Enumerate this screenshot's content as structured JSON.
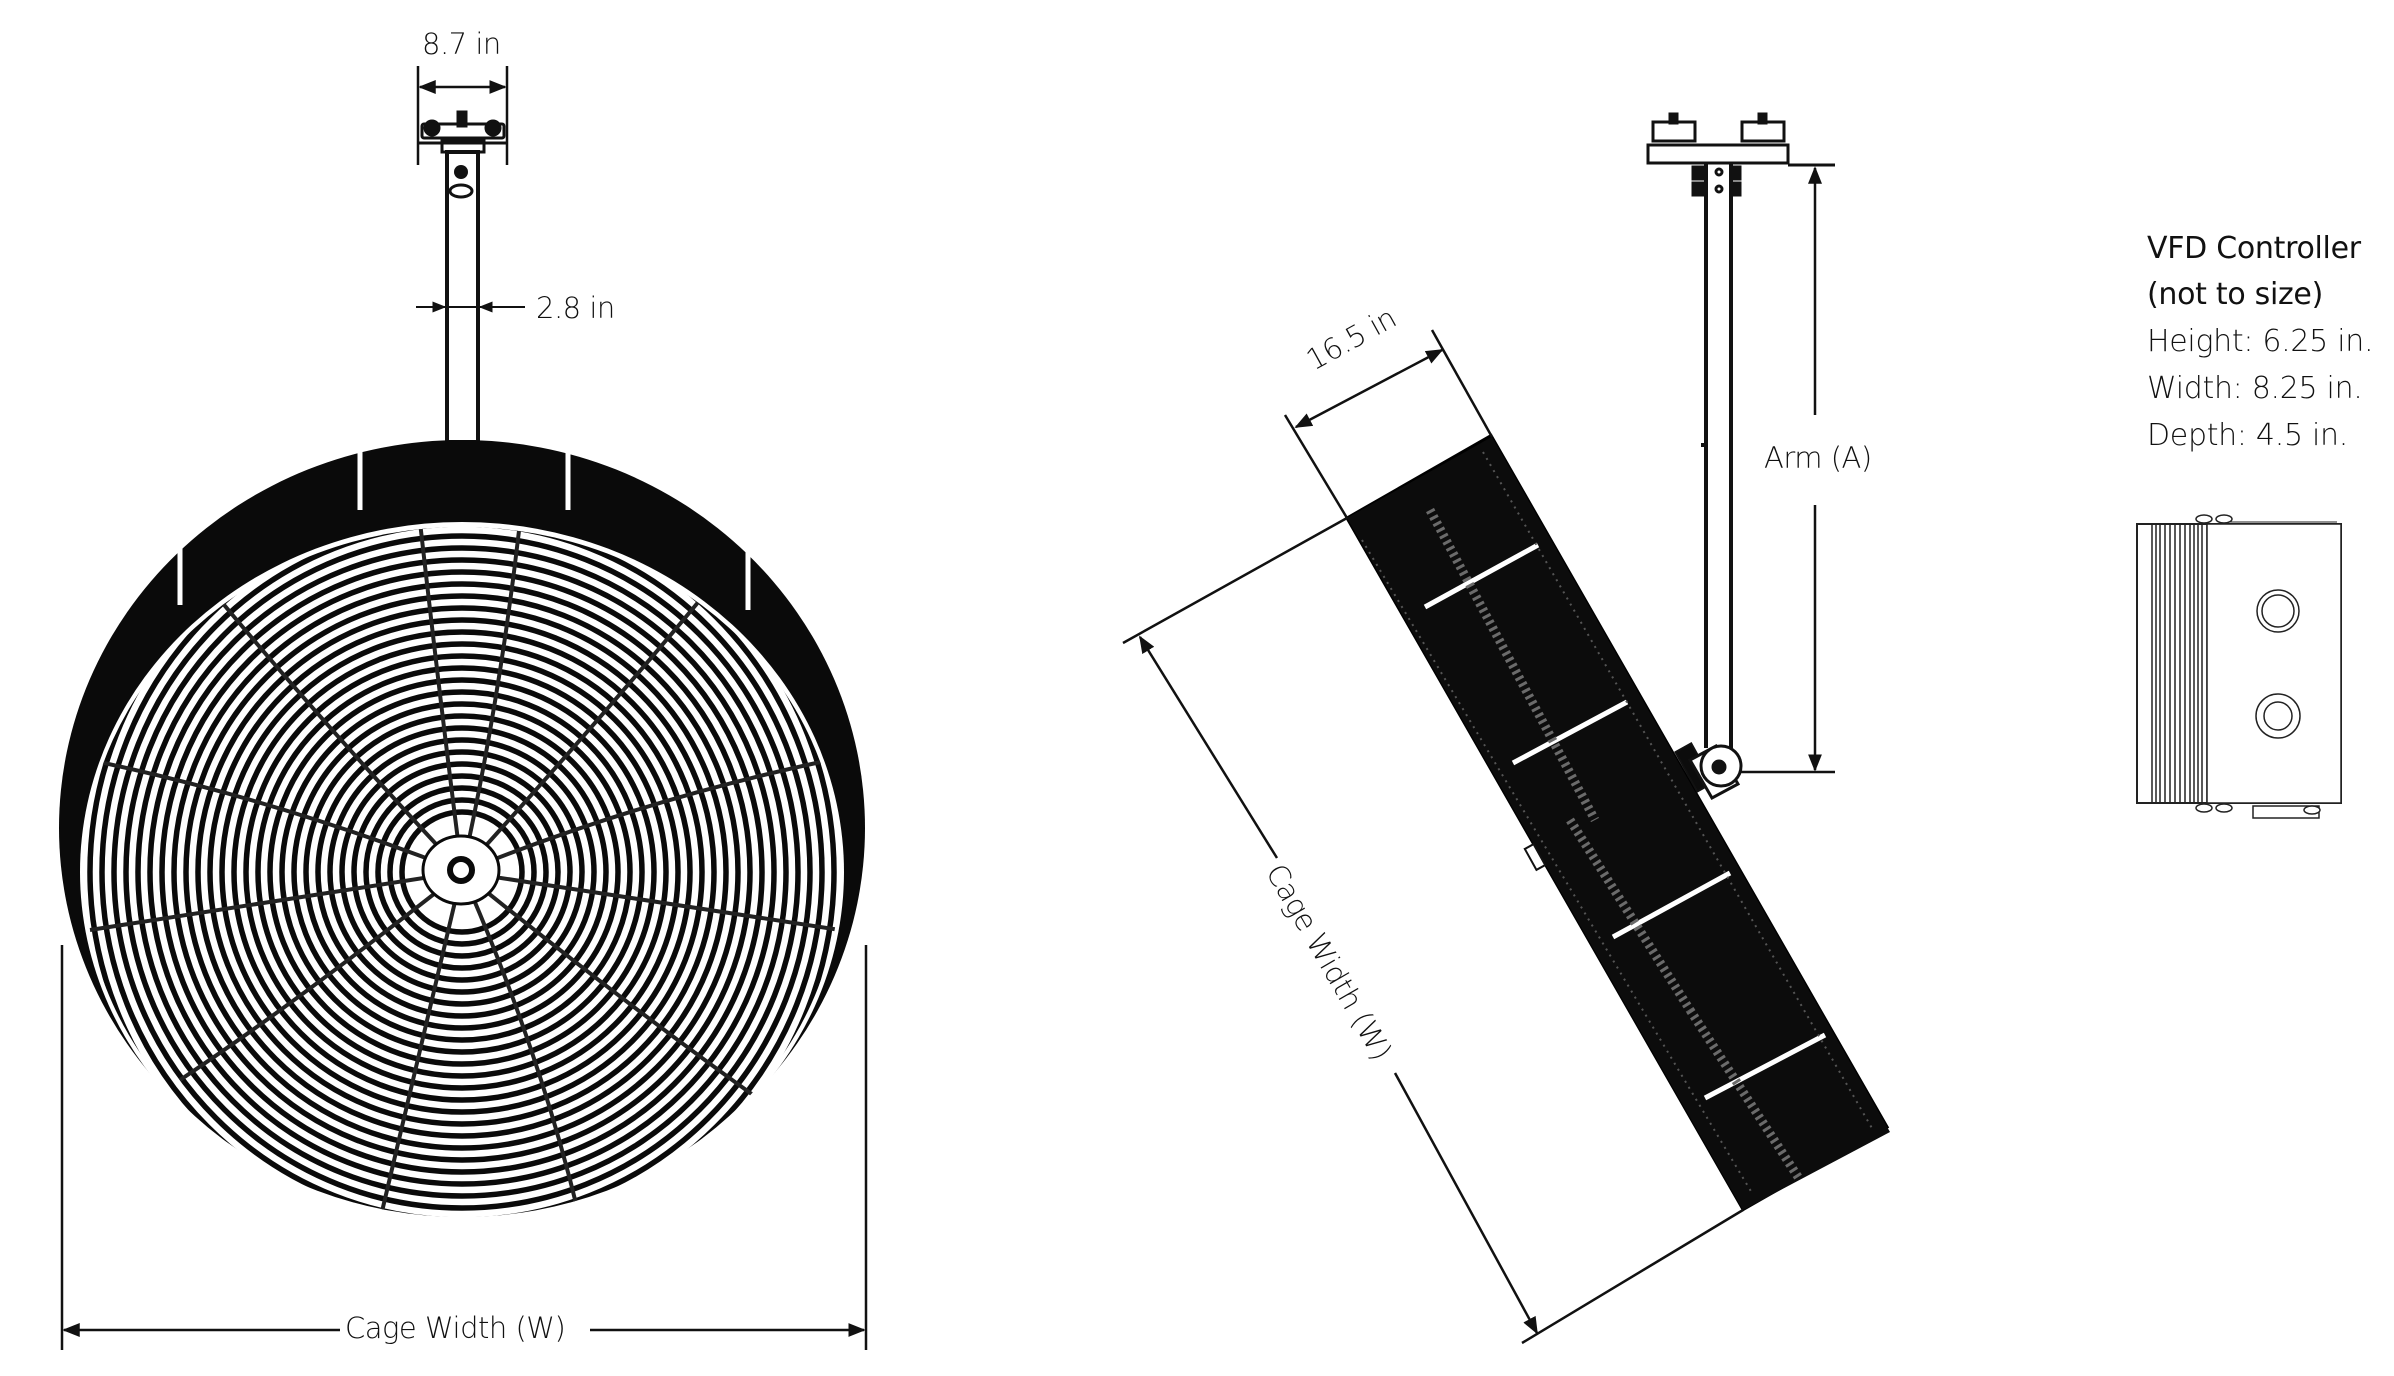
{
  "front_view": {
    "mount_width_label": "8.7 in",
    "arm_width_label": "2.8 in",
    "cage_width_label": "Cage Width (W)"
  },
  "side_view": {
    "cage_depth_label": "16.5 in",
    "cage_width_label": "Cage Width (W)",
    "arm_label": "Arm (A)"
  },
  "vfd_controller": {
    "title_line1": "VFD Controller",
    "title_line2": "(not to size)",
    "specs": [
      {
        "label": "Height",
        "value": "6.25 in.",
        "text": "Height: 6.25 in."
      },
      {
        "label": "Width",
        "value": "8.25 in.",
        "text": "Width: 8.25 in."
      },
      {
        "label": "Depth",
        "value": "4.5 in.",
        "text": "Depth: 4.5 in."
      }
    ]
  },
  "colors": {
    "line": "#111111",
    "fill_dark": "#0a0a0a",
    "background": "#ffffff"
  }
}
